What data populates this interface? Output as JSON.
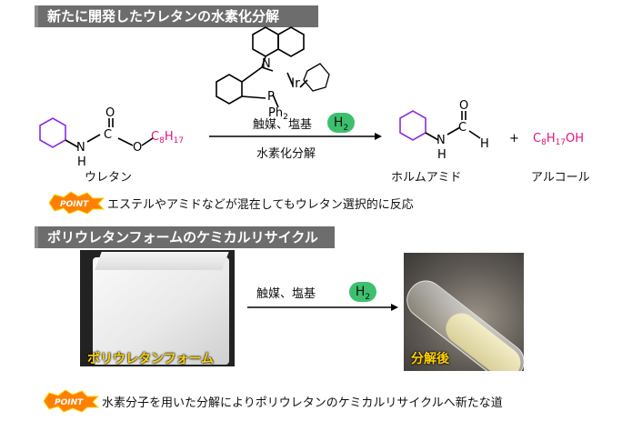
{
  "header1": "新たに開発したウレタンの水素化分解",
  "header2": "ポリウレタンフォームのケミカルリサイクル",
  "reaction1": {
    "catalyst_ir": "Ir",
    "catalyst_n": "N",
    "catalyst_p": "P",
    "catalyst_ph2": "Ph",
    "cond_top": "触媒、塩基",
    "h2": "H",
    "cond_bottom": "水素化分解",
    "reactant_o1": "O",
    "reactant_o2": "O",
    "reactant_n": "N",
    "reactant_h": "H",
    "reactant_c": "C",
    "reactant_alkyl": "C",
    "reactant_name": "ウレタン",
    "product1_o": "O",
    "product1_n": "N",
    "product1_h": "H",
    "product1_c": "C",
    "product1_h2": "H",
    "product1_name": "ホルムアミド",
    "plus": "+",
    "product2_formula": "C",
    "product2_name": "アルコール"
  },
  "point_word": "POINT",
  "point1": "エステルやアミドなどが混在してもウレタン選択的に反応",
  "reaction2": {
    "cond_top": "触媒、塩基",
    "h2": "H",
    "photo1_label": "ポリウレタンフォーム",
    "photo2_label": "分解後"
  },
  "point2": "水素分子を用いた分解によりポリウレタンのケミカルリサイクルへ新たな道",
  "colors": {
    "purple": "#8a2be2",
    "pink": "#e0157a",
    "green": "#3cc06e",
    "header": "#6d6d6d",
    "label_yellow": "#ffd400"
  }
}
